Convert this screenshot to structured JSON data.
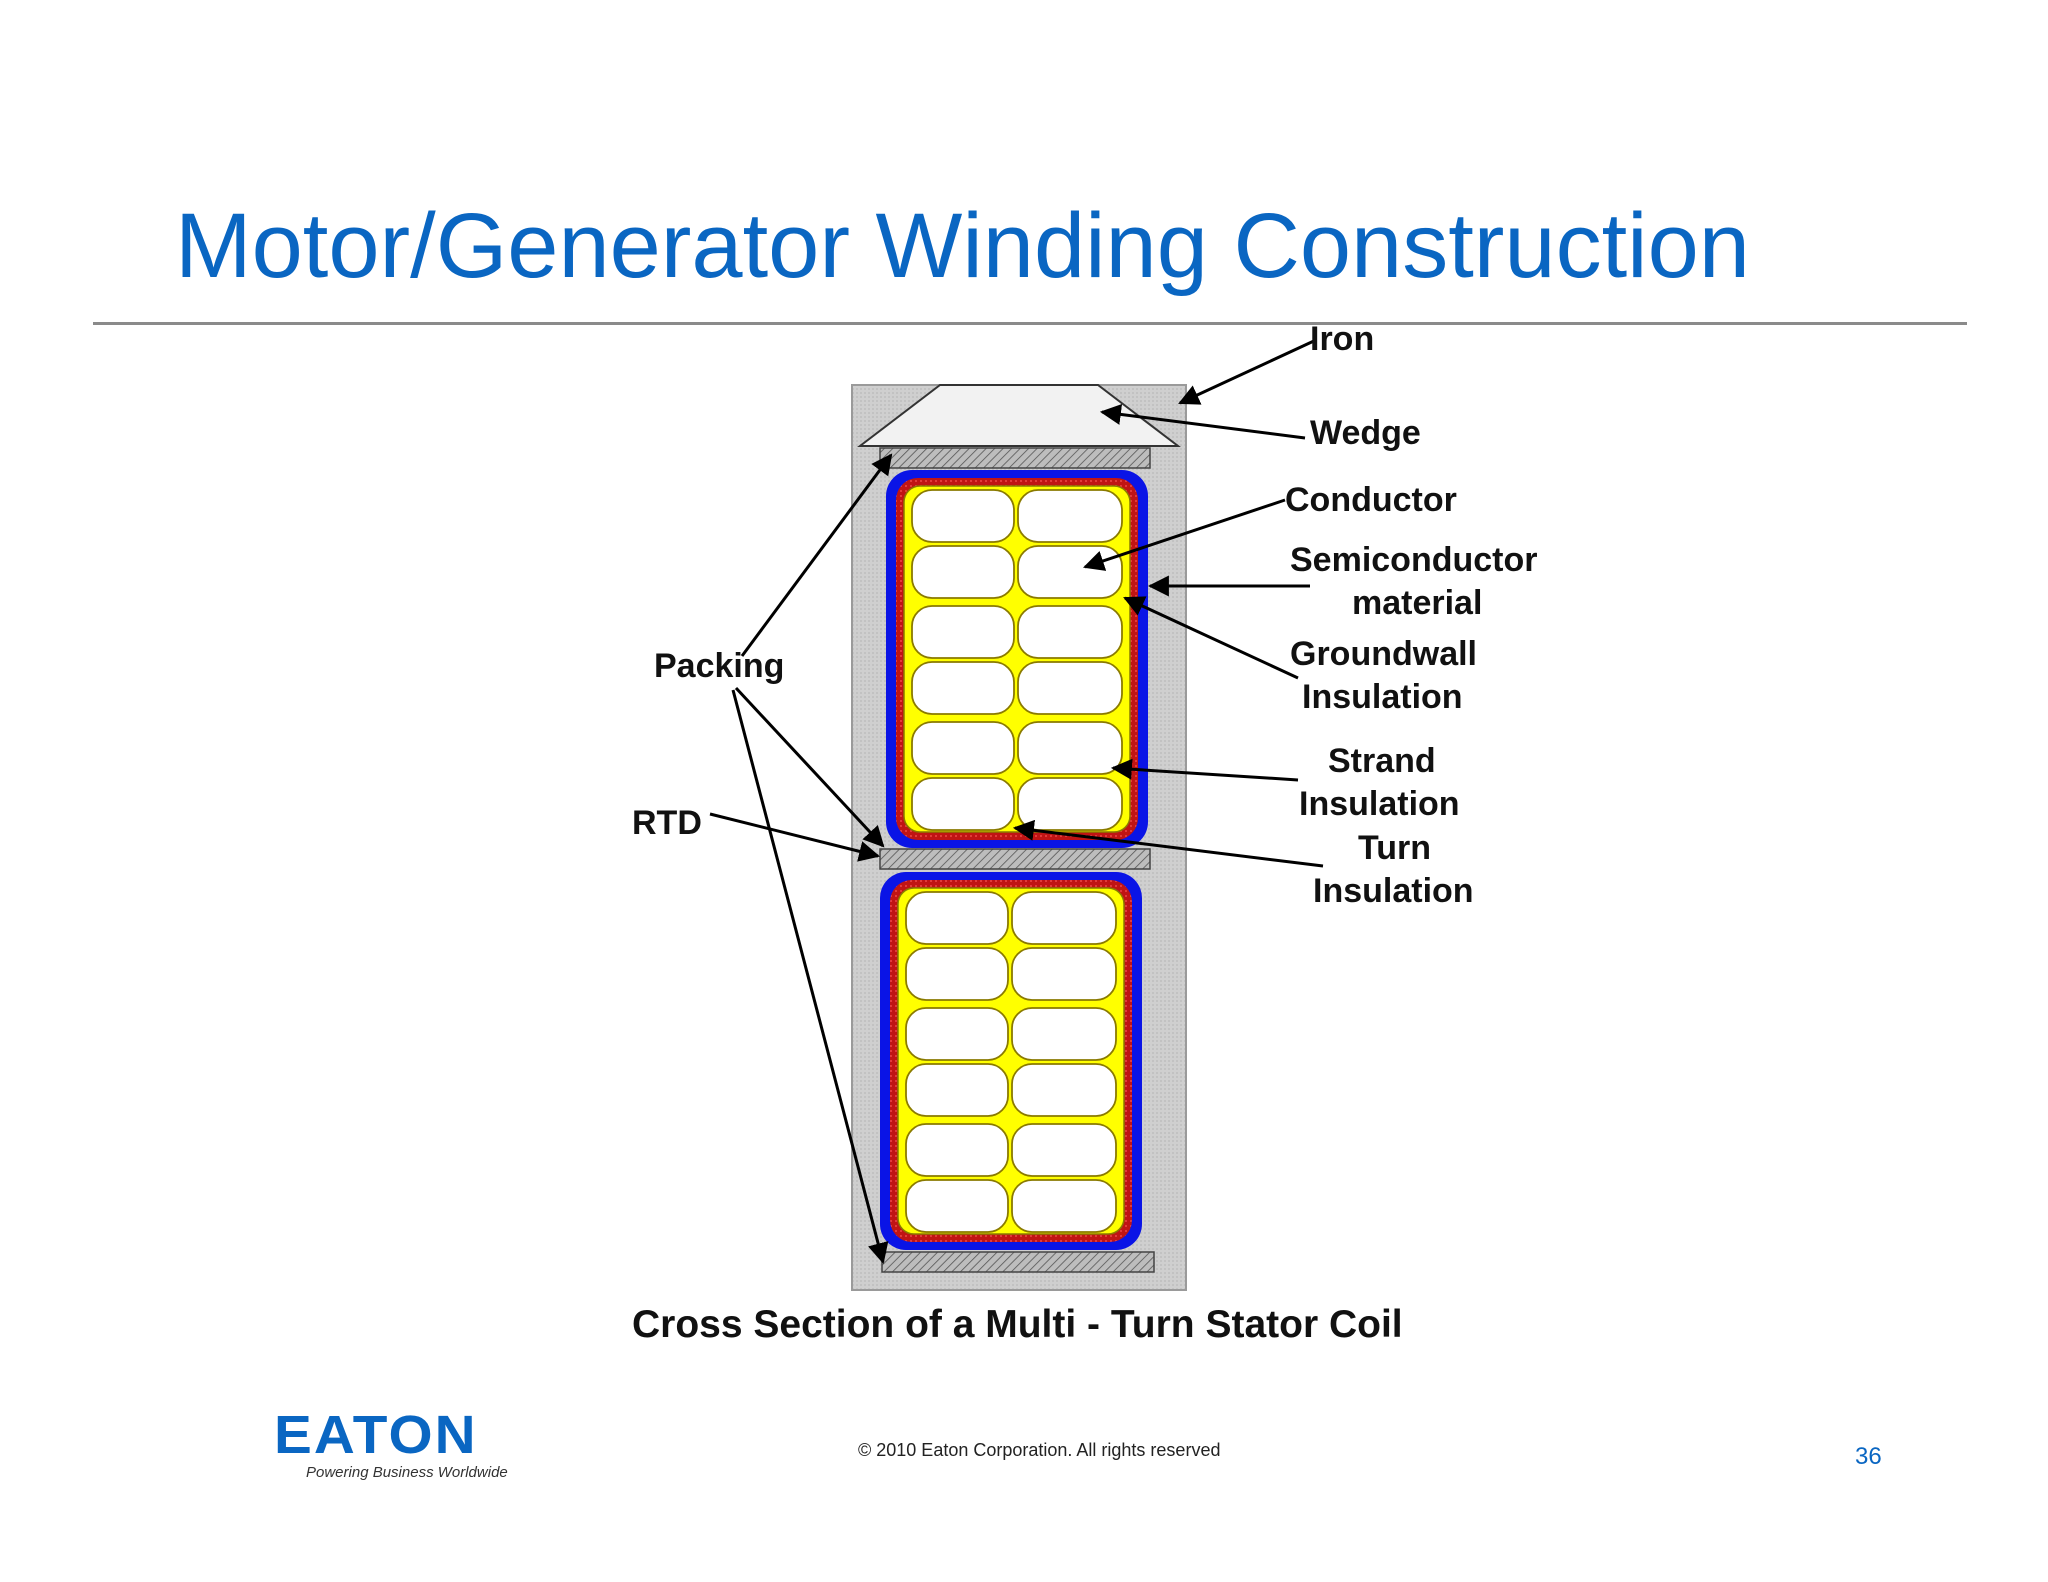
{
  "slide": {
    "title": "Motor/Generator Winding Construction",
    "caption": "Cross Section of a Multi - Turn Stator Coil",
    "copyright": "© 2010 Eaton Corporation. All rights reserved",
    "page_number": "36"
  },
  "brand": {
    "logo_text": "EATON",
    "tagline": "Powering Business Worldwide",
    "color": "#0a66c2"
  },
  "labels": {
    "iron": "Iron",
    "wedge": "Wedge",
    "conductor": "Conductor",
    "semiconductor_1": "Semiconductor",
    "semiconductor_2": "material",
    "groundwall_1": "Groundwall",
    "groundwall_2": "Insulation",
    "strand_1": "Strand",
    "strand_2": "Insulation",
    "turn_1": "Turn",
    "turn_2": "Insulation",
    "packing": "Packing",
    "rtd": "RTD"
  },
  "colors": {
    "iron": "#cfcfcf",
    "semiconductor": "#0a14e6",
    "groundwall": "#c01414",
    "turn_insulation": "#ffff00",
    "strand": "#ffffff"
  },
  "coil": {
    "coils": 2,
    "turns_per_coil": 3,
    "strands_per_turn": 4
  }
}
